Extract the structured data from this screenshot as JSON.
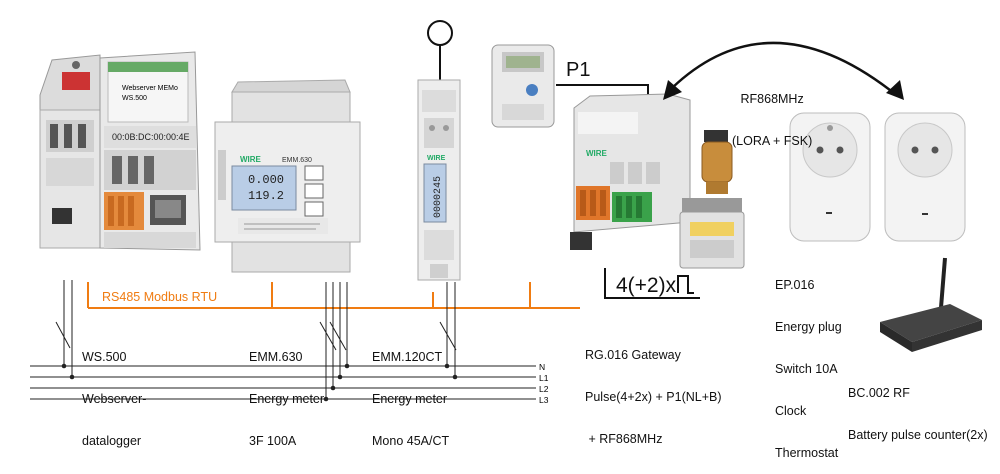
{
  "bus": {
    "label": "RS485 Modbus RTU",
    "color": "#f07c12"
  },
  "power_lines": [
    "N",
    "L1",
    "L2",
    "L3"
  ],
  "devices": {
    "ws500": [
      "WS.500",
      "Webserver-",
      "datalogger"
    ],
    "emm630": [
      "EMM.630",
      "Energy meter",
      "3F 100A"
    ],
    "emm120": [
      "EMM.120CT",
      "Energy meter",
      "Mono 45A/CT"
    ],
    "rg016": [
      "RG.016 Gateway",
      "Pulse(4+2x) + P1(NL+B)",
      " + RF868MHz"
    ],
    "ep016": [
      "EP.016",
      "Energy plug",
      "Switch 10A",
      "Clock",
      "Thermostat"
    ],
    "bc002": [
      "BC.002 RF",
      "Battery pulse counter(2x)"
    ]
  },
  "rf": [
    "RF868MHz",
    "(LORA + FSK)"
  ],
  "p1_label": "P1",
  "pulse_label": "4(+2)x",
  "screen_text": {
    "ws500_mac": "00:0B:DC:00:00:4E",
    "ws500_title": "Webserver MEMo",
    "ws500_model": "WS.500",
    "emm630_brand": "WIRE",
    "emm630_model": "EMM.630",
    "emm630_lcd1": "0.000",
    "emm630_lcd2": "119.2",
    "emm120_brand": "WIRE",
    "emm120_lcd": "0000245",
    "rg016_brand": "WIRE"
  },
  "colors": {
    "bus": "#f07c12",
    "device_body": "#e8e8e8",
    "lcd": "#b9cde6",
    "terminal_orange": "#e0762a",
    "terminal_green": "#3aa24a",
    "wire": "#222222"
  }
}
